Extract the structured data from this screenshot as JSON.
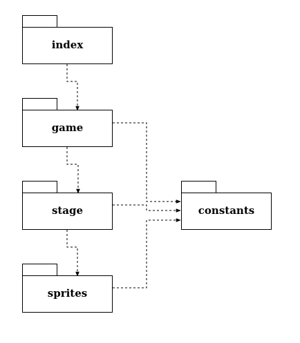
{
  "packages": {
    "index": {
      "label": "index"
    },
    "game": {
      "label": "game"
    },
    "stage": {
      "label": "stage"
    },
    "sprites": {
      "label": "sprites"
    },
    "constants": {
      "label": "constants"
    }
  },
  "dependencies": [
    {
      "from": "index",
      "to": "game"
    },
    {
      "from": "game",
      "to": "stage"
    },
    {
      "from": "stage",
      "to": "sprites"
    },
    {
      "from": "game",
      "to": "constants"
    },
    {
      "from": "stage",
      "to": "constants"
    },
    {
      "from": "sprites",
      "to": "constants"
    }
  ],
  "style": {
    "line_color": "#000000",
    "fill_color": "#ffffff",
    "edge_style": "dashed"
  }
}
